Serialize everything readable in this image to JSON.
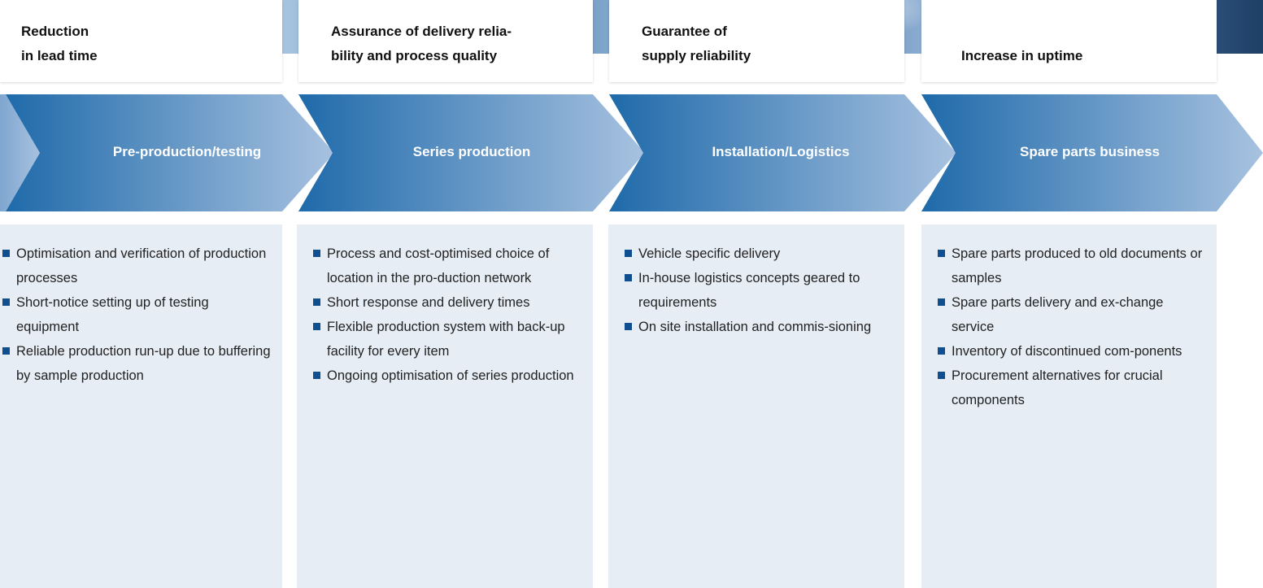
{
  "header_cards": [
    {
      "text": "Reduction\nin lead time"
    },
    {
      "text": "Assurance of delivery relia-\nbility and process quality"
    },
    {
      "text": "Guarantee of\nsupply reliability"
    },
    {
      "text": "Increase in uptime"
    }
  ],
  "steps": [
    {
      "label": "Pre-production/testing"
    },
    {
      "label": "Series production"
    },
    {
      "label": "Installation/Logistics"
    },
    {
      "label": "Spare parts business"
    }
  ],
  "panels": [
    {
      "items": [
        "Optimisation and verification of production processes",
        "Short-notice setting up of testing equipment",
        "Reliable production run-up due to buffering by sample production"
      ]
    },
    {
      "items": [
        "Process and cost-optimised choice of location in the pro-duction network",
        "Short response and delivery times",
        "Flexible production system with back-up facility for every item",
        "Ongoing optimisation of series production"
      ]
    },
    {
      "items": [
        "Vehicle specific delivery",
        "In-house logistics concepts geared to requirements",
        "On site installation and commis-sioning"
      ]
    },
    {
      "items": [
        "Spare parts produced to old documents or samples",
        "Spare parts delivery and ex-change service",
        "Inventory of discontinued com-ponents",
        "Procurement alternatives for crucial components"
      ]
    }
  ],
  "colors": {
    "arrow_dark": "#1f6aaa",
    "arrow_light": "#a8c2e0",
    "panel_bg": "#e6edf5",
    "bullet": "#0f4f8f"
  }
}
